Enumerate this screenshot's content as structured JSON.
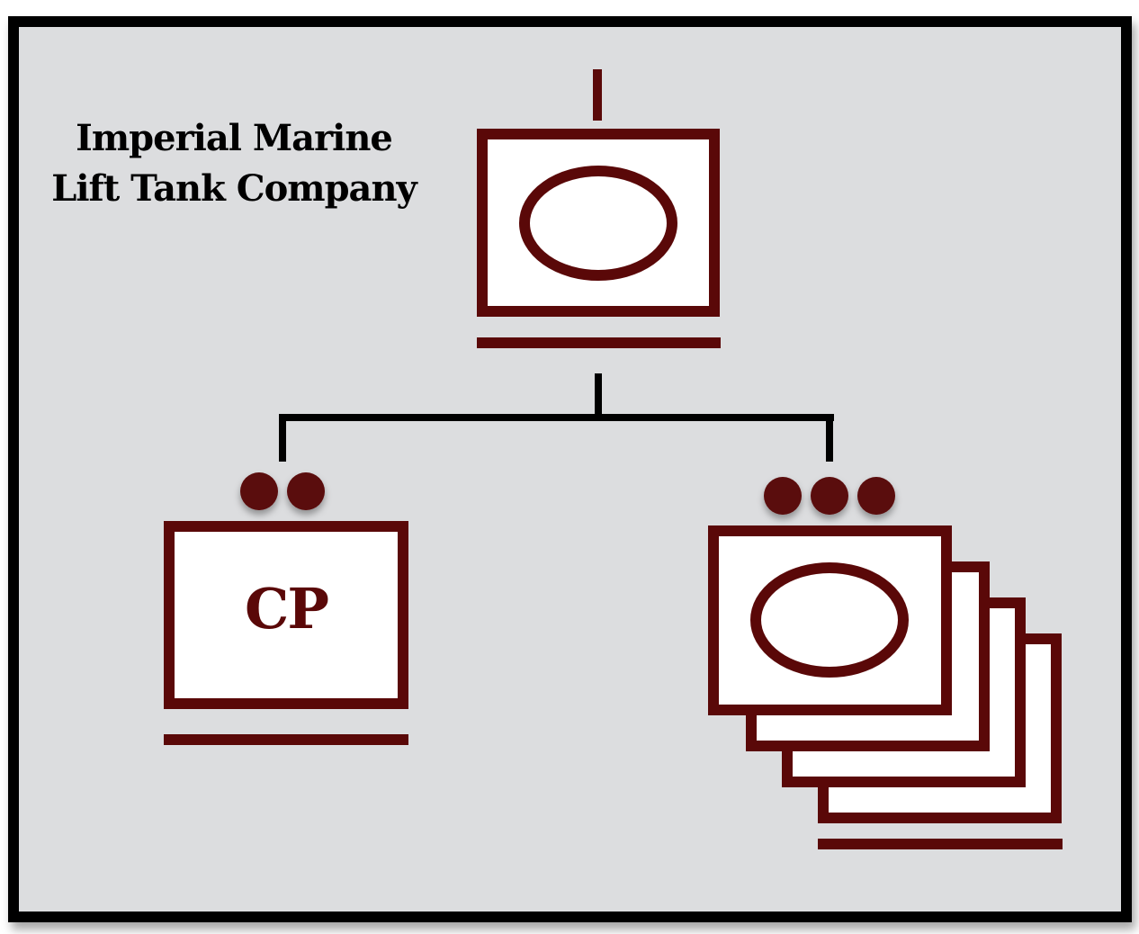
{
  "diagram": {
    "title_line1": "Imperial Marine",
    "title_line2": "Lift Tank Company",
    "colors": {
      "symbol": "#5a0808",
      "connector": "#000000",
      "background": "#dcdddf",
      "frame": "#000000",
      "fill": "#ffffff"
    },
    "nodes": [
      {
        "id": "company",
        "echelon": "company",
        "echelon_marker": "I",
        "symbol": "armor-oval",
        "stacked_count": 1
      },
      {
        "id": "command-post",
        "echelon": "section",
        "echelon_marker": "••",
        "label": "CP",
        "stacked_count": 1
      },
      {
        "id": "platoons",
        "echelon": "platoon",
        "echelon_marker": "•••",
        "symbol": "armor-oval",
        "stacked_count": 4
      }
    ],
    "edges": [
      {
        "from": "company",
        "to": "command-post"
      },
      {
        "from": "company",
        "to": "platoons"
      }
    ]
  }
}
